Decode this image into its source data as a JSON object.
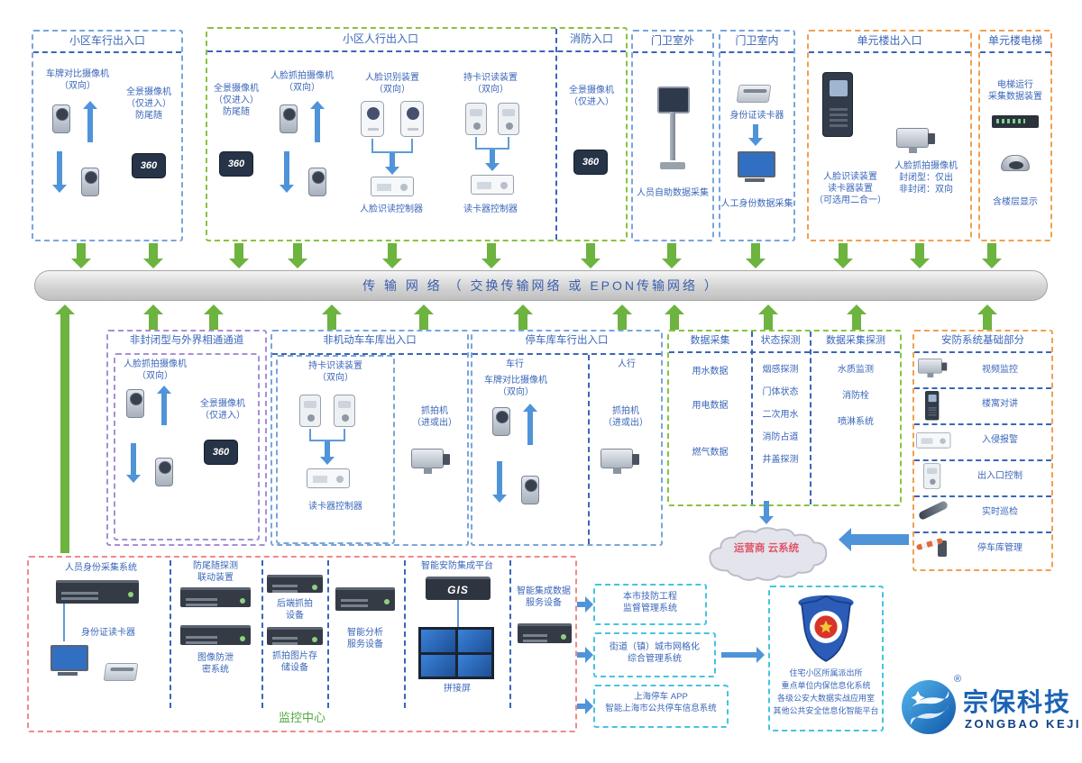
{
  "palette": {
    "box_blue": "#79a5dc",
    "box_green": "#86c440",
    "box_orange": "#f0a052",
    "box_purple": "#a78fd6",
    "box_red": "#f08a8a",
    "box_cyan": "#46c4de",
    "arrow_green": "#6cb33f",
    "arrow_blue": "#4f94d8",
    "text_blue": "#3a66b8",
    "text_green": "#55a843",
    "cloud_text": "#e0566a"
  },
  "icons": {
    "panoramic": "360",
    "gis": "GIS"
  },
  "network": {
    "label": "传 输 网 络 （ 交换传输网络 或 EPON传输网络 ）"
  },
  "top": {
    "vehicle_gate": {
      "title": "小区车行出入口",
      "plate_cam": "车牌对比摄像机\n（双向）",
      "pano_cam": "全景摄像机\n（仅进入）\n防尾随"
    },
    "pedestrian_gate": {
      "title": "小区人行出入口",
      "pano_cam": "全景摄像机\n（仅进入）\n防尾随",
      "face_cam": "人脸抓拍摄像机\n（双向）",
      "face_reader": "人脸识别装置\n（双向）",
      "face_controller": "人脸识读控制器",
      "card_reader": "持卡识读装置\n（双向）",
      "card_controller": "读卡器控制器"
    },
    "fire_gate": {
      "title": "消防入口",
      "pano_cam": "全景摄像机\n（仅进入）"
    },
    "guard_outdoor": {
      "title": "门卫室外",
      "kiosk": "人员自助数据采集"
    },
    "guard_indoor": {
      "title": "门卫室内",
      "id_reader": "身份证读卡器",
      "manual_collect": "人工身份数据采集"
    },
    "unit_gate": {
      "title": "单元楼出入口",
      "combo_reader": "人脸识读装置\n读卡器装置\n（可选用二合一）",
      "face_cam": "人脸抓拍摄像机\n封闭型：仅出\n非封闭：双向"
    },
    "unit_elevator": {
      "title": "单元楼电梯",
      "collector": "电梯运行\n采集数据装置",
      "floor_display": "含楼层显示"
    }
  },
  "mid": {
    "open_channel": {
      "title": "非封闭型与外界相通通道",
      "face_cam": "人脸抓拍摄像机\n（双向）",
      "pano_cam": "全景摄像机\n（仅进入）"
    },
    "bike_garage": {
      "title": "非机动车车库出入口",
      "card_reader": "持卡识读装置\n（双向）",
      "card_controller": "读卡器控制器",
      "capture_cam": "抓拍机\n（进或出）"
    },
    "car_garage": {
      "title": "停车库车行出入口",
      "lane_vehicle": "车行",
      "plate_cam": "车牌对比摄像机\n（双向）",
      "lane_people": "人行",
      "capture_cam": "抓拍机\n（进或出）"
    },
    "sensing": {
      "columns": [
        {
          "title": "数据采集",
          "items": [
            "用水数据",
            "用电数据",
            "燃气数据"
          ]
        },
        {
          "title": "状态探测",
          "items": [
            "烟感探测",
            "门体状态",
            "二次用水",
            "消防占道",
            "井盖探测"
          ]
        },
        {
          "title": "数据采集探测",
          "items": [
            "水质监测",
            "消防栓",
            "喷淋系统"
          ]
        }
      ]
    },
    "security_base": {
      "title": "安防系统基础部分",
      "items": [
        "视频监控",
        "楼寓对讲",
        "入侵报警",
        "出入口控制",
        "实时巡检",
        "停车库管理"
      ]
    }
  },
  "cloud": {
    "label": "运营商 云系统"
  },
  "monitoring": {
    "title": "监控中心",
    "identity_system": "人员身份采集系统",
    "id_reader": "身份证读卡器",
    "anti_tailgating": "防尾随探测\n联动装置",
    "image_security": "图像防泄\n密系统",
    "backend_capture": "后端抓拍\n设备",
    "capture_storage": "抓拍图片存\n储设备",
    "analysis_server": "智能分析\n服务设备",
    "platform": "智能安防集成平台",
    "video_wall": "拼接屏",
    "data_service": "智能集成数据\n服务设备"
  },
  "external": {
    "sys1": "本市技防工程\n监督管理系统",
    "sys2": "街道（镇）城市网格化\n综合管理系统",
    "sys3": "上海停车 APP\n智能上海市公共停车信息系统"
  },
  "police": {
    "items": [
      "住宅小区所属派出所",
      "重点单位内保信息化系统",
      "各级公安大数据实战应用室",
      "其他公共安全信息化智能平台"
    ]
  },
  "logo": {
    "name": "宗保科技",
    "latin": "ZONGBAO KEJI",
    "reg": "®"
  }
}
